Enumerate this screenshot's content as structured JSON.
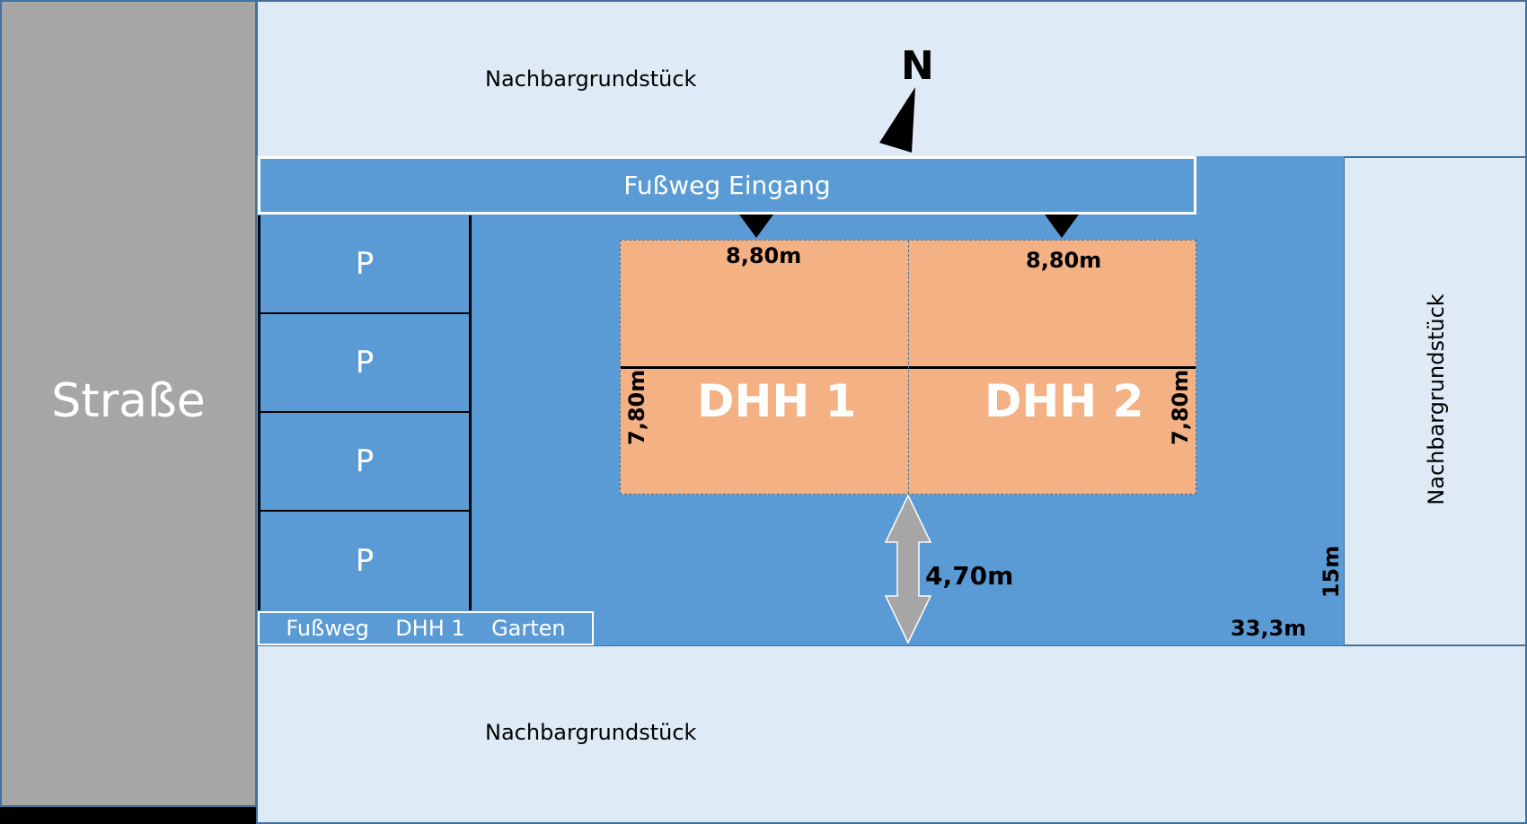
{
  "street": {
    "label": "Straße"
  },
  "neighbors": {
    "top": "Nachbargrundstück",
    "bottom": "Nachbargrundstück",
    "right": "Nachbargrundstück"
  },
  "compass": {
    "label": "N",
    "icon": "north-arrow-icon"
  },
  "paths": {
    "entrance": "Fußweg Eingang",
    "garden_parts": [
      "Fußweg",
      "DHH 1",
      "Garten"
    ]
  },
  "parking": [
    {
      "label": "P"
    },
    {
      "label": "P"
    },
    {
      "label": "P"
    },
    {
      "label": "P"
    }
  ],
  "houses": {
    "unit1": "DHH 1",
    "unit2": "DHH 2"
  },
  "dimensions": {
    "width_unit1": "8,80m",
    "width_unit2": "8,80m",
    "depth_left": "7,80m",
    "depth_right": "7,80m",
    "garden_distance": "4,70m",
    "plot_width": "15m",
    "plot_length": "33,3m"
  },
  "colors": {
    "plot": "#5b9bd5",
    "house": "#f4b183",
    "neighbor": "#deeaf6",
    "street": "#a6a6a6",
    "arrow": "#a6a6a6"
  }
}
